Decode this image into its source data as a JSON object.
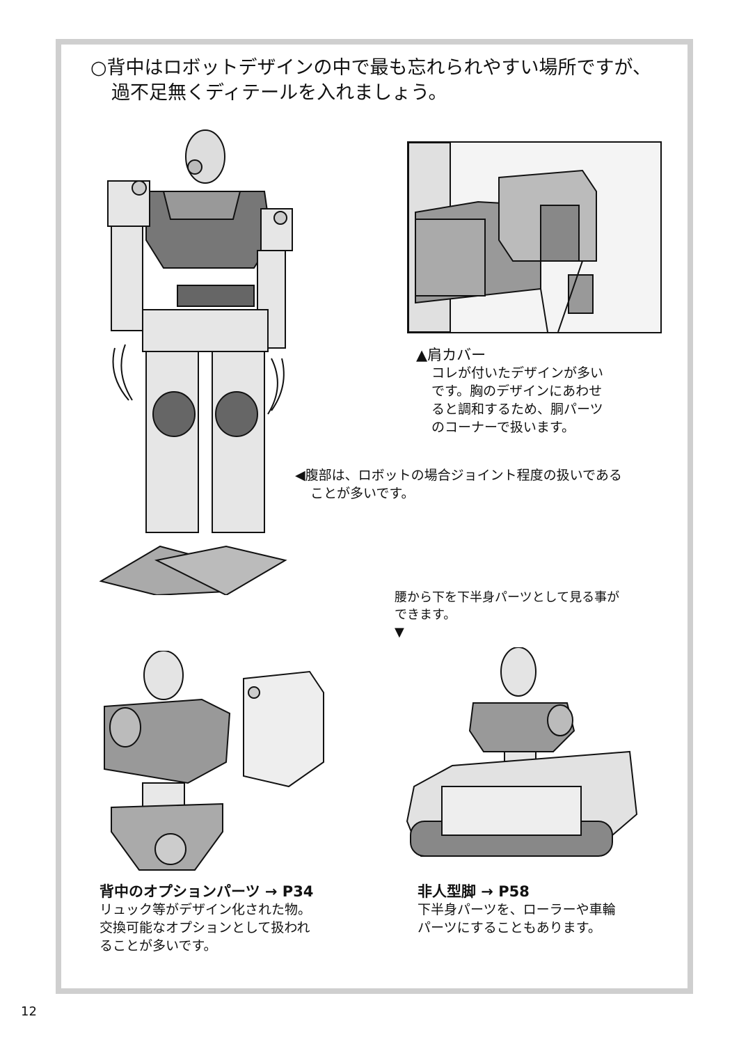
{
  "page": {
    "title_line1": "○背中はロボットデザインの中で最も忘れられやすい場所ですが、",
    "title_line2": "過不足無くディテールを入れましょう。",
    "shoulder": {
      "heading": "▲肩カバー",
      "lines": [
        "コレが付いたデザインが多い",
        "です。胸のデザインにあわせ",
        "ると調和するため、胴パーツ",
        "のコーナーで扱います。"
      ]
    },
    "abdomen": {
      "lines": [
        "◀腹部は、ロボットの場合ジョイント程度の扱いである",
        "ことが多いです。"
      ]
    },
    "waist": {
      "lines": [
        "腰から下を下半身パーツとして見る事が",
        "できます。"
      ],
      "arrow": "▼"
    },
    "backpack": {
      "heading": "背中のオプションパーツ → P34",
      "lines": [
        "リュック等がデザイン化された物。",
        "交換可能なオプションとして扱われ",
        "ることが多いです。"
      ]
    },
    "nonhuman": {
      "heading": "非人型脚 → P58",
      "lines": [
        "下半身パーツを、ローラーや車輪",
        "パーツにすることもあります。"
      ]
    },
    "page_number": "12"
  }
}
